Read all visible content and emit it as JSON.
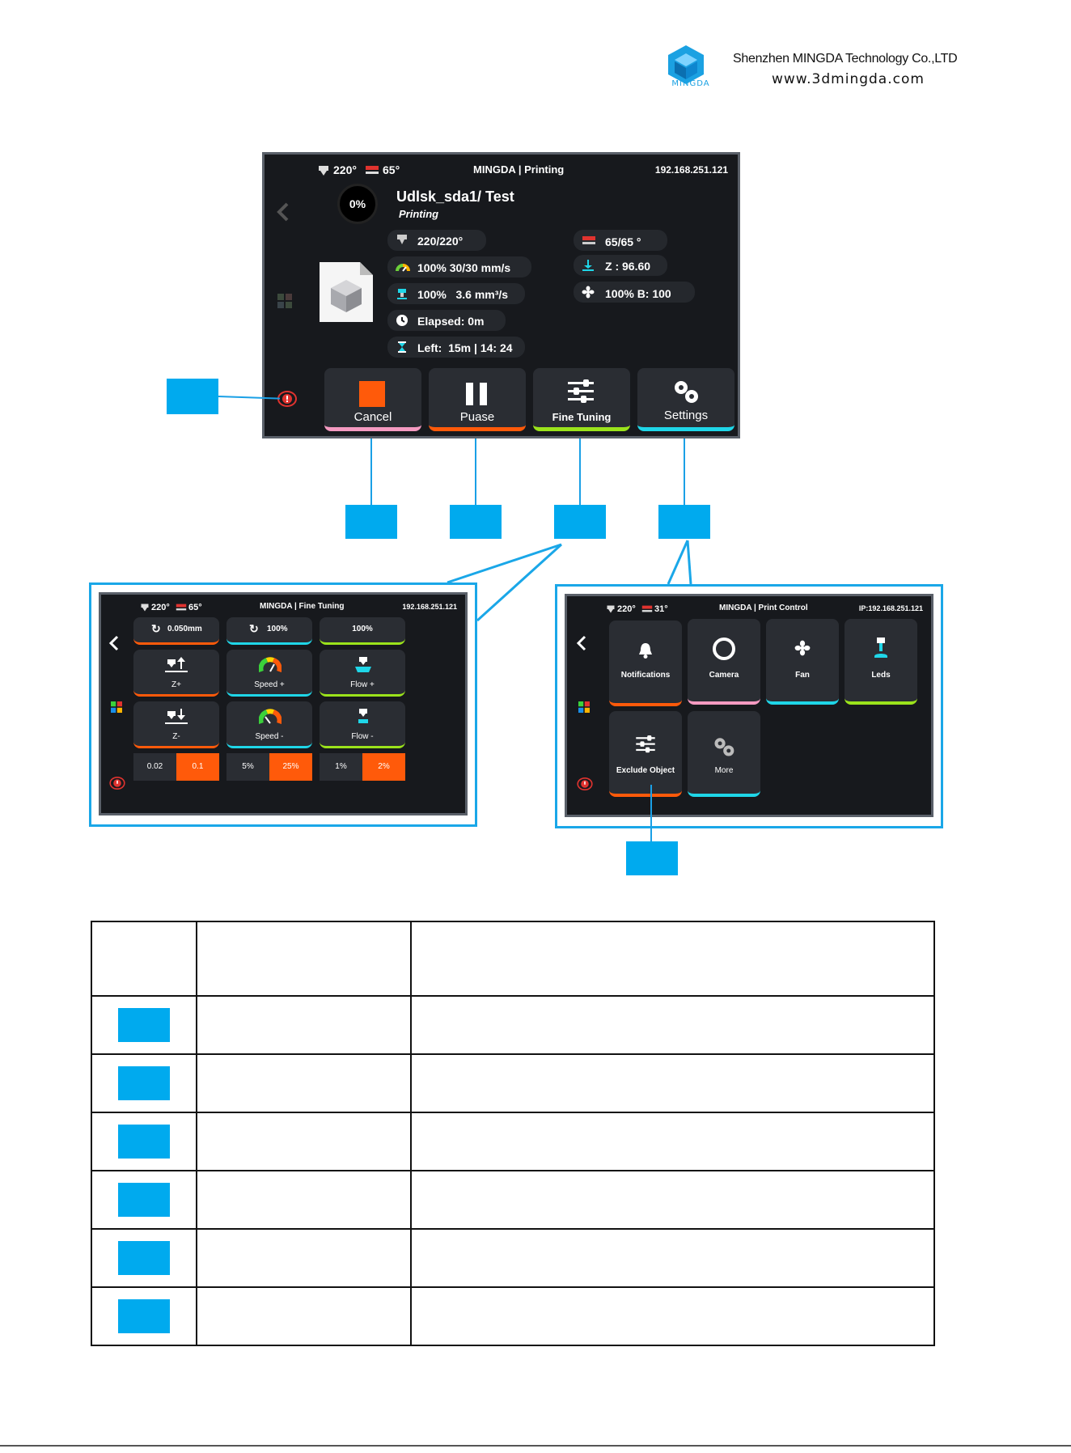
{
  "header": {
    "logo_text": "MINGDA",
    "company": "Shenzhen MINGDA Technology Co.,LTD",
    "website": "www.3dmingda.com"
  },
  "colors": {
    "callout": "#00aaee",
    "orange": "#ff5a0a",
    "pink": "#f49ac1",
    "cyan": "#1fd6e8",
    "green": "#9be31b",
    "screen_bg": "#17191d"
  },
  "main_screen": {
    "status": {
      "nozzle": "220°",
      "bed": "65°",
      "title": "MINGDA  | Printing",
      "ip": "192.168.251.121"
    },
    "progress": "0%",
    "file_name": "Udlsk_sda1/ Test",
    "file_state": "Printing",
    "stats_left": [
      "220/220°",
      "100% 30/30 mm/s",
      "100%   3.6 mm³/s",
      "Elapsed: 0m",
      "Left:  15m | 14: 24"
    ],
    "stats_right": [
      "65/65 °",
      "Z : 96.60",
      "100% B: 100"
    ],
    "buttons": [
      "Cancel",
      "Puase",
      "Fine Tuning",
      "Settings"
    ]
  },
  "fine_tuning_screen": {
    "status": {
      "nozzle": "220°",
      "bed": "65°",
      "title": "MINGDA  | Fine Tuning",
      "ip": "192.168.251.121"
    },
    "top_row": [
      "0.050mm",
      "100%",
      "100%"
    ],
    "row_plus": [
      "Z+",
      "Speed +",
      "Flow +"
    ],
    "row_minus": [
      "Z-",
      "Speed -",
      "Flow -"
    ],
    "steps": [
      {
        "a": "0.02",
        "b": "0.1"
      },
      {
        "a": "5%",
        "b": "25%"
      },
      {
        "a": "1%",
        "b": "2%"
      }
    ]
  },
  "print_control_screen": {
    "status": {
      "nozzle": "220°",
      "bed": "31°",
      "title": "MINGDA  | Print Control",
      "ip": "IP:192.168.251.121"
    },
    "tiles": [
      "Notifications",
      "Camera",
      "Fan",
      "Leds",
      "Exclude Object",
      "More"
    ]
  }
}
